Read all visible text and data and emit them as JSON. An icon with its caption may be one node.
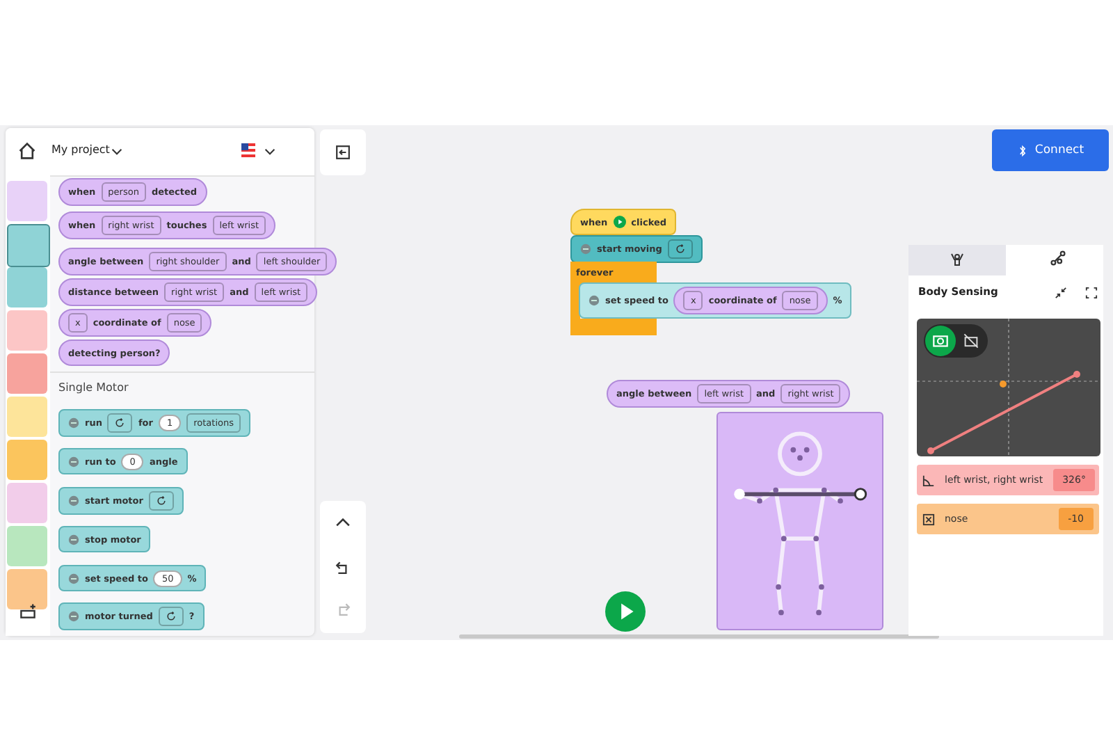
{
  "diagram": {
    "nodes": [
      {
        "text": [
          "when",
          "person",
          "detected"
        ]
      },
      {
        "text": [
          "when",
          "right wrist",
          "touches",
          "left wrist"
        ]
      },
      {
        "text": [
          "angle between",
          "right shoulder",
          "and",
          "left shoulder"
        ]
      },
      {
        "text": [
          "distance between",
          "right wrist",
          "and",
          "left wrist"
        ]
      },
      {
        "text": [
          "x",
          "coordinate of",
          "nose"
        ]
      },
      {
        "text": [
          "detecting person?"
        ]
      },
      {
        "text": [
          "run",
          "for",
          "1",
          "rotations"
        ]
      },
      {
        "text": [
          "run to",
          "0",
          "angle"
        ]
      },
      {
        "text": [
          "start motor"
        ]
      },
      {
        "text": [
          "stop motor"
        ]
      },
      {
        "text": [
          "set speed to",
          "50",
          "%"
        ]
      },
      {
        "text": [
          "motor turned",
          "?"
        ]
      },
      {
        "text": [
          "when",
          "clicked"
        ]
      },
      {
        "text": [
          "start moving"
        ]
      },
      {
        "text": [
          "forever"
        ]
      },
      {
        "text": [
          "set speed to",
          "%"
        ],
        "in": 14
      },
      {
        "text": [
          "x",
          "coordinate of",
          "nose"
        ],
        "in": 15
      },
      {
        "text": [
          "angle between",
          "left wrist",
          "and",
          "right wrist"
        ]
      },
      {
        "text": [
          "left wrist, right wrist",
          "326°"
        ]
      },
      {
        "text": [
          "nose",
          "-10"
        ]
      }
    ],
    "labels": [
      "My project",
      "Single Motor",
      "Connect",
      "Body Sensing"
    ]
  }
}
